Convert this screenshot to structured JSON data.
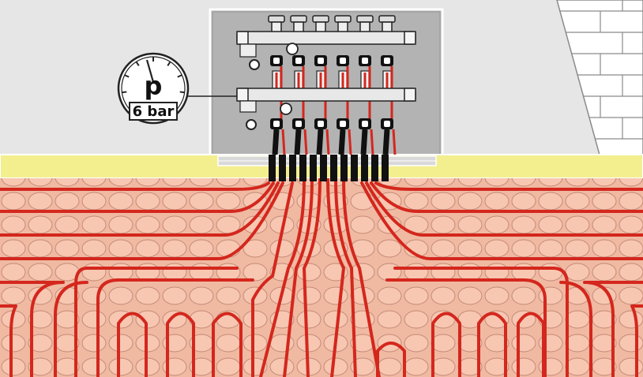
{
  "gauge": {
    "symbol": "p",
    "value_text": "6 bar"
  },
  "colors": {
    "wall": "#e6e6e6",
    "cabinet": "#b3b3b3",
    "screed": "#f3ef8f",
    "floor": "#f0b9a2",
    "boss": "#f7c7b2",
    "boss_outline": "#c48a77",
    "pipe": "#d4271d",
    "manifold_bar": "#e8e8e8",
    "outline": "#222222",
    "brick_line": "#8a8a8a"
  },
  "manifold": {
    "circuits": 6,
    "flow_meter_color": "#d4271d"
  }
}
